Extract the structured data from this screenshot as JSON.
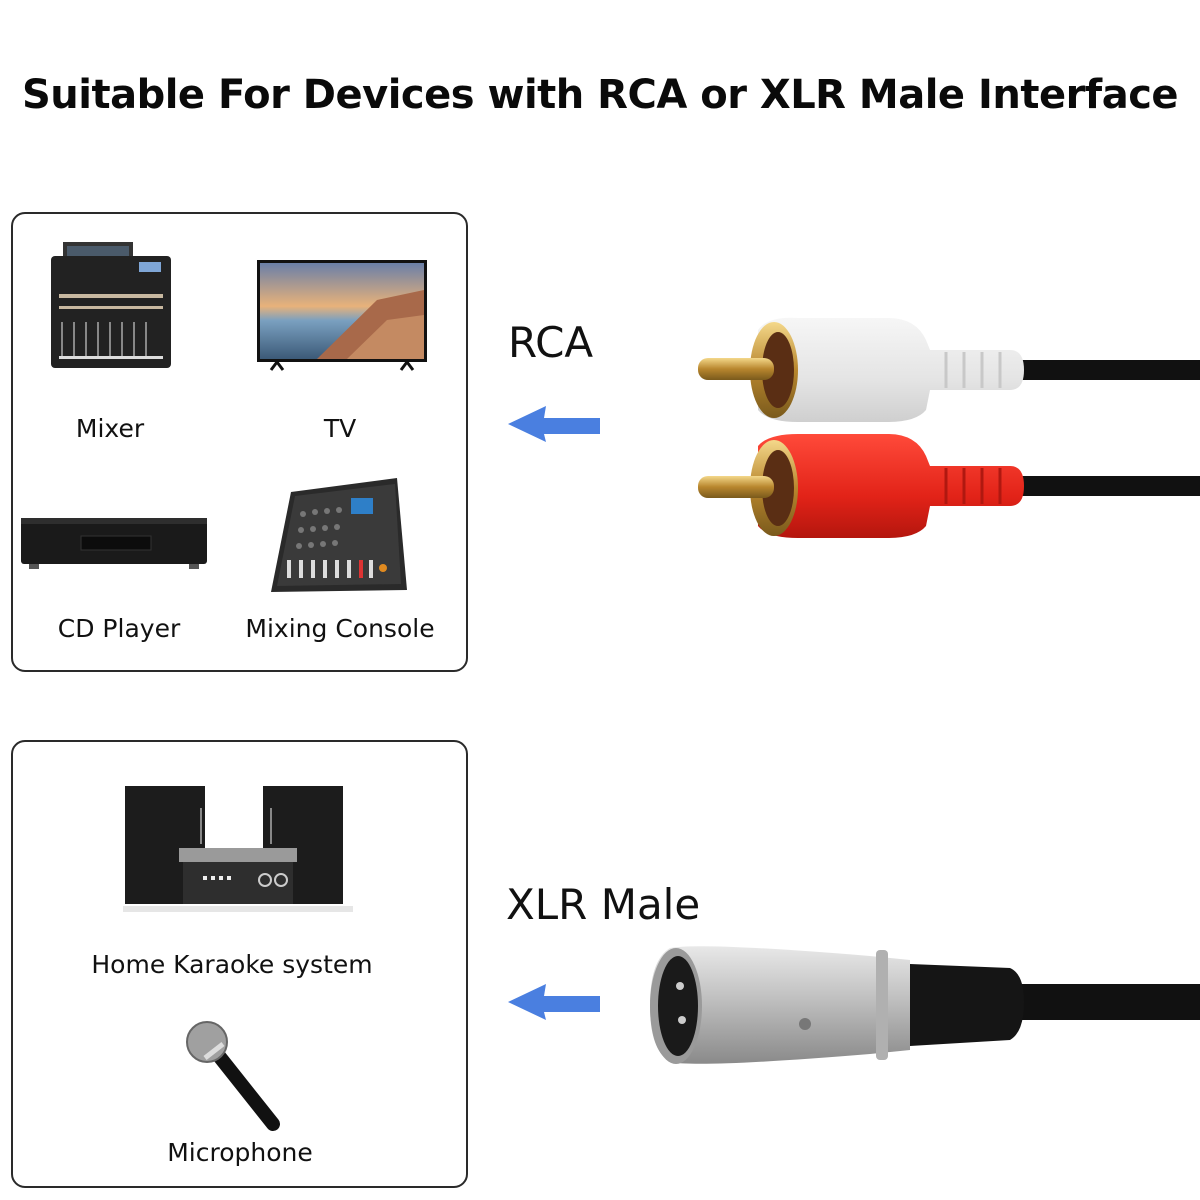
{
  "title": "Suitable For Devices with RCA or XLR Male Interface",
  "colors": {
    "arrow": "#4a7fe0",
    "rca_red": "#e8281e",
    "rca_white": "#eeeeee",
    "gold": "#c9a24a",
    "cable": "#111111",
    "panel_border": "#2a2a2a"
  },
  "rca_section": {
    "connector_label": "RCA",
    "arrow_icon": "left-arrow-icon",
    "devices": [
      {
        "label": "Mixer",
        "icon": "digital-mixer-icon"
      },
      {
        "label": "TV",
        "icon": "tv-icon"
      },
      {
        "label": "CD Player",
        "icon": "cd-player-icon"
      },
      {
        "label": "Mixing Console",
        "icon": "mixing-console-icon"
      }
    ]
  },
  "xlr_section": {
    "connector_label": "XLR Male",
    "arrow_icon": "left-arrow-icon",
    "devices": [
      {
        "label": "Home Karaoke system",
        "icon": "karaoke-system-icon"
      },
      {
        "label": "Microphone",
        "icon": "microphone-icon"
      }
    ]
  }
}
